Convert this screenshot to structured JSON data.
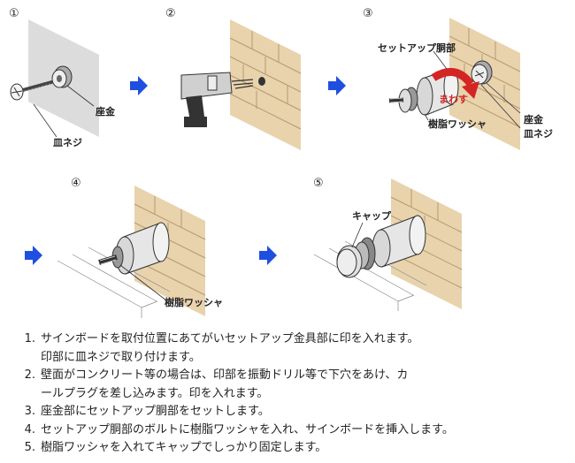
{
  "steps_diagram": {
    "nums": [
      "①",
      "②",
      "③",
      "④",
      "⑤"
    ],
    "labels": {
      "zagane": "座金",
      "sara_neji": "皿ネジ",
      "setup_dobu": "セットアップ胴部",
      "mawasu": "まわす",
      "jushi_washer": "樹脂ワッシャ",
      "cap": "キャップ"
    }
  },
  "instructions": [
    {
      "no": "1.",
      "lines": [
        "サインボードを取付位置にあてがいセットアップ金具部に印を入れます。",
        "印部に皿ネジで取り付けます。"
      ]
    },
    {
      "no": "2.",
      "lines": [
        "壁面がコンクリート等の場合は、印部を振動ドリル等で下穴をあけ、カ",
        "ールプラグを差し込みます。印を入れます。"
      ]
    },
    {
      "no": "3.",
      "lines": [
        "座金部にセットアップ胴部をセットします。"
      ]
    },
    {
      "no": "4.",
      "lines": [
        "セットアップ胴部のボルトに樹脂ワッシャを入れ、サインボードを挿入します。"
      ]
    },
    {
      "no": "5.",
      "lines": [
        "樹脂ワッシャを入れてキャップでしっかり固定します。"
      ]
    }
  ],
  "colors": {
    "arrow": "#1e4fe0",
    "brick": "#e8d3ad",
    "brick_line": "#b79a70",
    "panel": "#dcdcdc",
    "red_arrow": "#d42525"
  }
}
